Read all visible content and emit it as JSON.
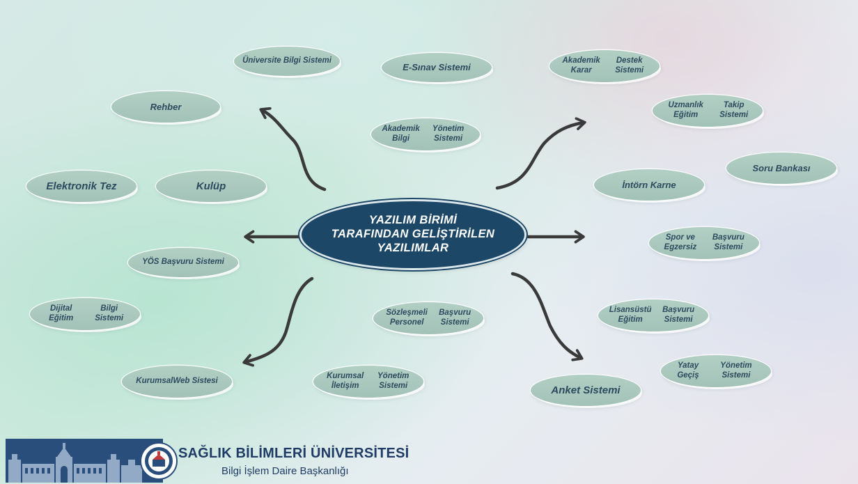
{
  "center": {
    "line1": "YAZILIM BİRİMİ",
    "line2": "TARAFINDAN GELİŞTİRİLEN",
    "line3": "YAZILIMLAR"
  },
  "nodes": {
    "universite_bilgi": [
      "Üniversite Bilgi Sistemi"
    ],
    "e_sinav": [
      "E-Sınav Sistemi"
    ],
    "akademik_karar": [
      "Akademik Karar",
      "Destek Sistemi"
    ],
    "rehber": [
      "Rehber"
    ],
    "uzmanlik": [
      "Uzmanlık Eğitim",
      "Takip Sistemi"
    ],
    "akademik_bilgi": [
      "Akademik Bilgi",
      "Yönetim Sistemi"
    ],
    "soru_bankasi": [
      "Soru Bankası"
    ],
    "elektronik_tez": [
      "Elektronik Tez"
    ],
    "kulup": [
      "Kulüp"
    ],
    "intorn_karne": [
      "İntörn Karne"
    ],
    "spor": [
      "Spor ve Egzersiz",
      "Başvuru Sistemi"
    ],
    "yos": [
      "YÖS Başvuru Sistemi"
    ],
    "dijital_egitim": [
      "Dijital Eğitim",
      "Bilgi Sistemi"
    ],
    "sozlesmeli": [
      "Sözleşmeli Personel",
      "Başvuru Sistemi"
    ],
    "lisansustu": [
      "Lisansüstü Eğitim",
      "Başvuru Sistemi"
    ],
    "yatay_gecis": [
      "Yatay Geçiş",
      "Yönetim Sistemi"
    ],
    "kurumsal_web": [
      "Kurumsal",
      "Web Sistesi"
    ],
    "kurumsal_iletisim": [
      "Kurumsal İletişim",
      "Yönetim Sistemi"
    ],
    "anket": [
      "Anket Sistemi"
    ]
  },
  "footer": {
    "university": "SAĞLIK BİLİMLERİ ÜNİVERSİTESİ",
    "department": "Bilgi İşlem Daire Başkanlığı"
  },
  "colors": {
    "center_fill": "#1c4766",
    "node_fill": "#a9c8bc",
    "node_text": "#2c4a5e",
    "arrow": "#3a3a3a",
    "footer_band": "#2a4e7c"
  }
}
